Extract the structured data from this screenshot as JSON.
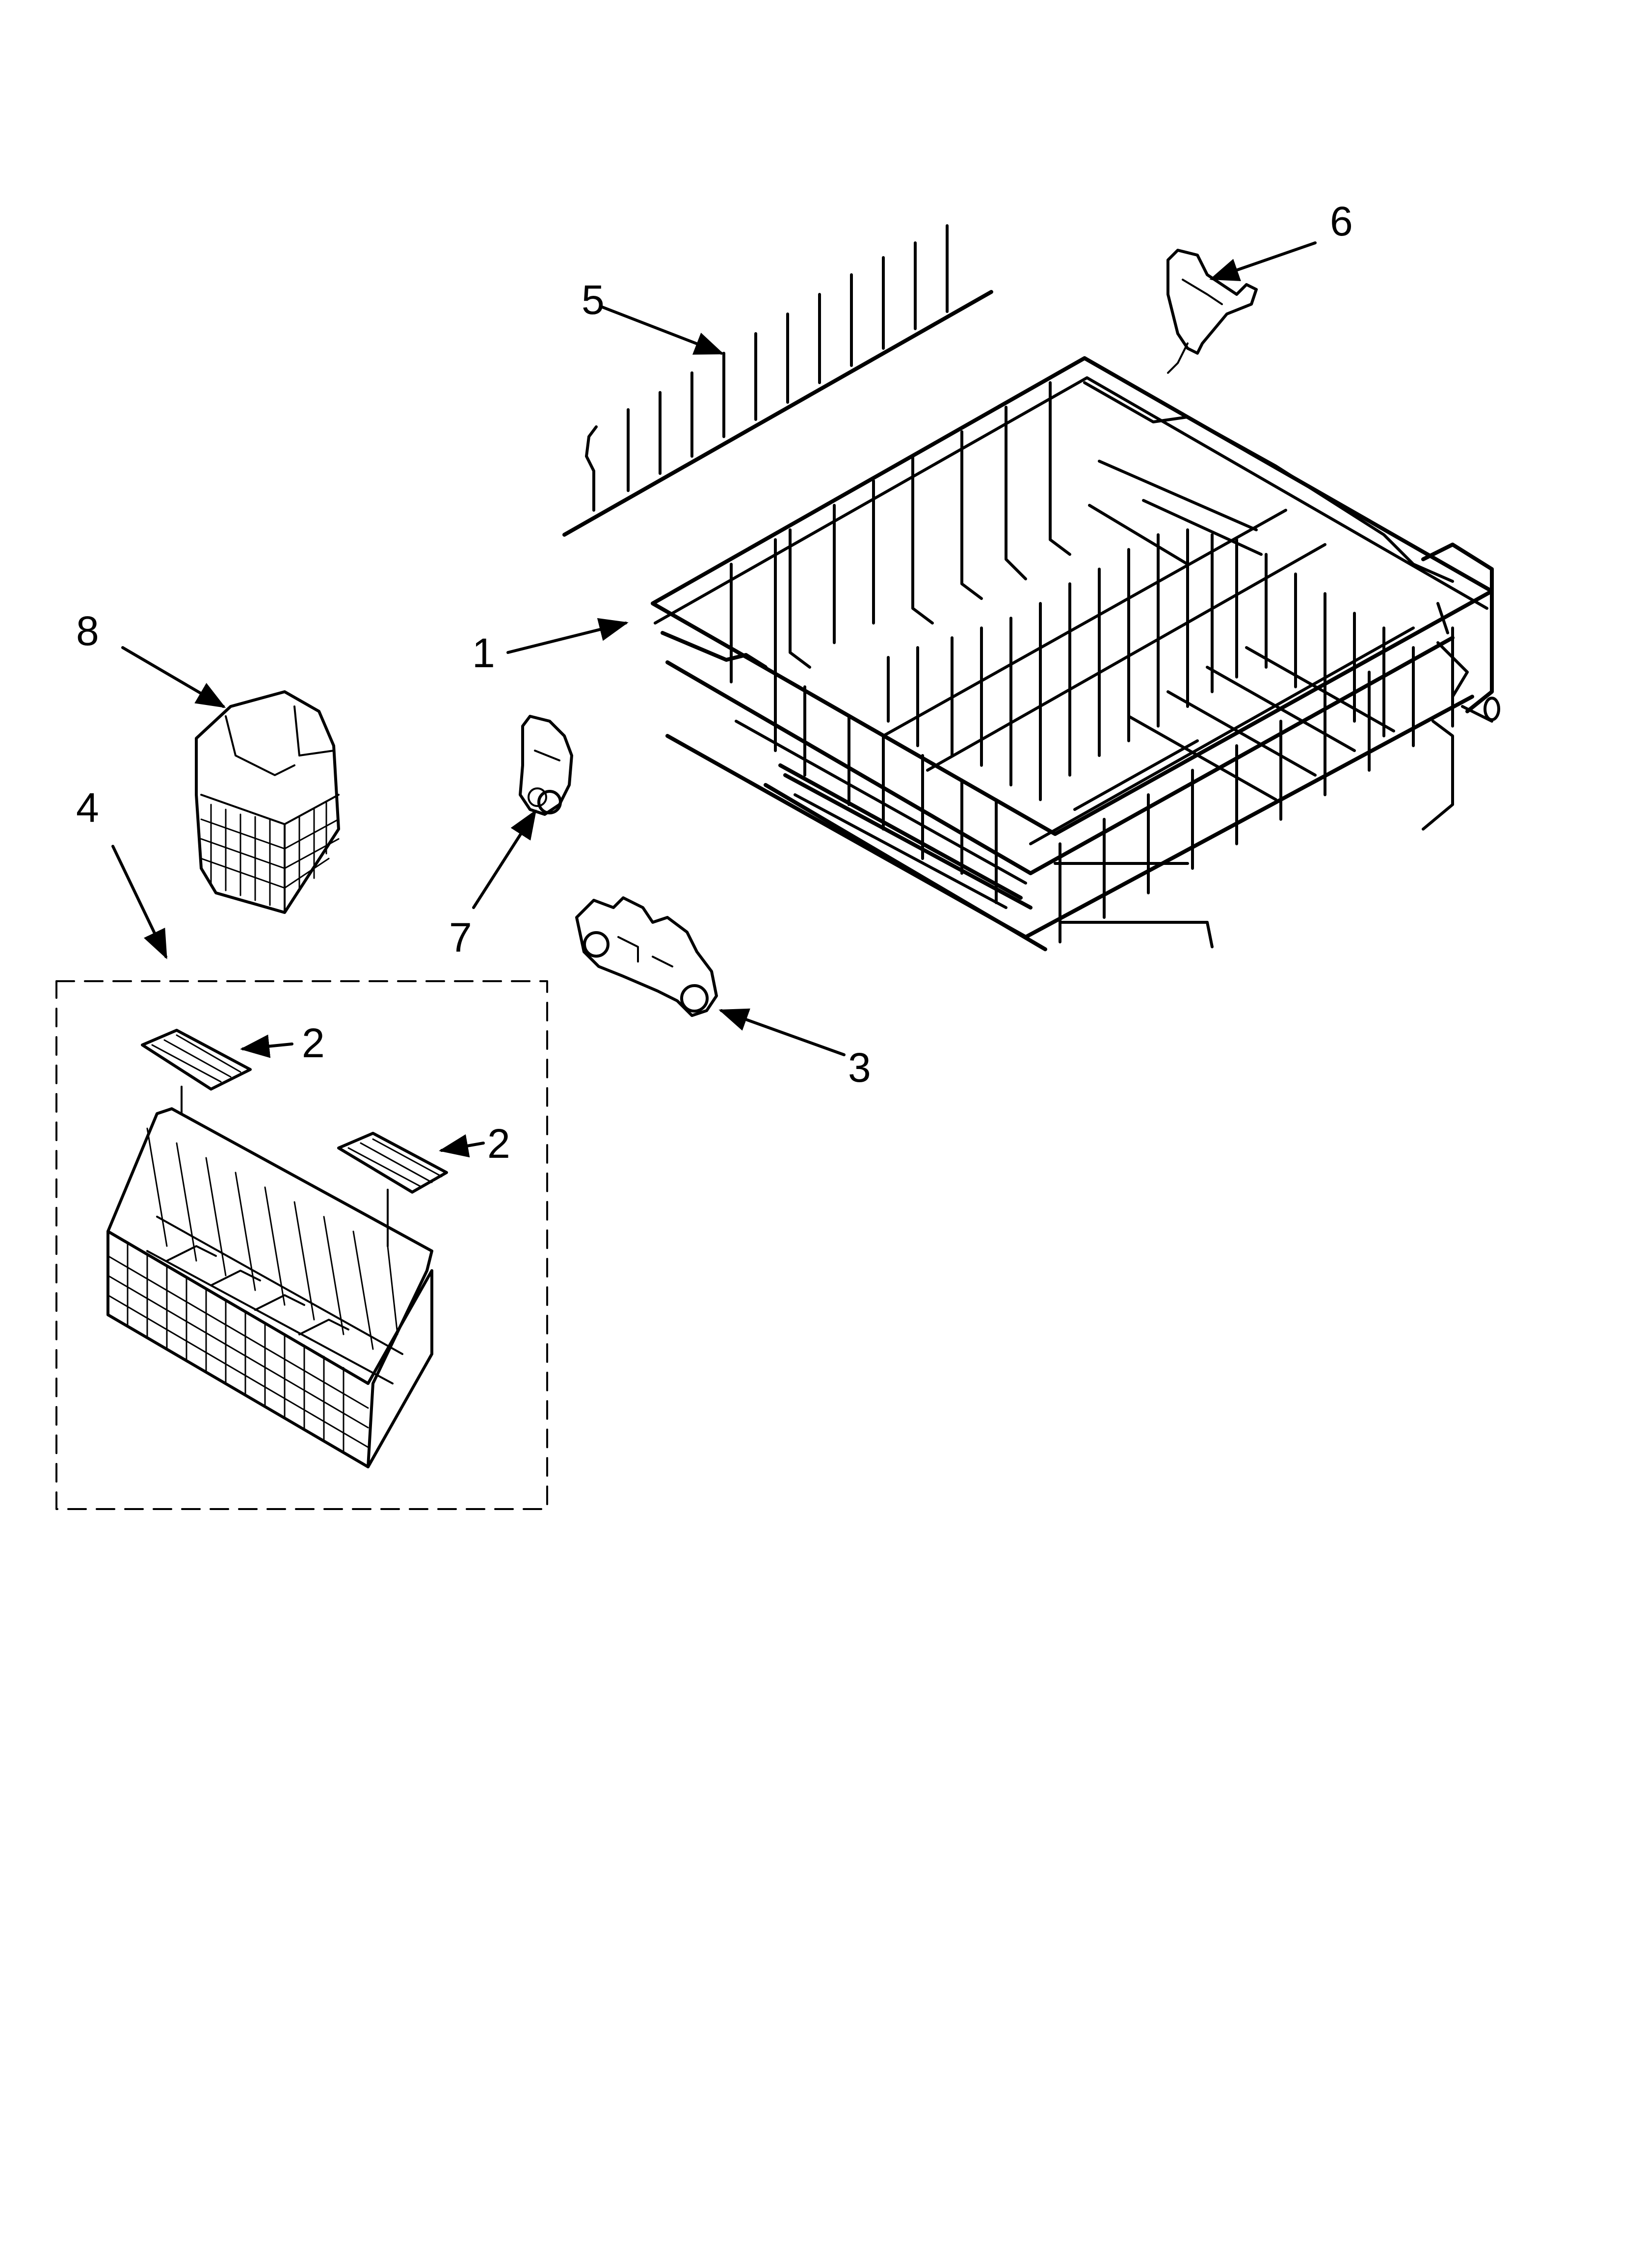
{
  "callouts": {
    "c1": "1",
    "c2a": "2",
    "c2b": "2",
    "c3": "3",
    "c4": "4",
    "c5": "5",
    "c6": "6",
    "c7": "7",
    "c8": "8"
  },
  "colors": {
    "ink": "#000000",
    "paper": "#ffffff"
  }
}
